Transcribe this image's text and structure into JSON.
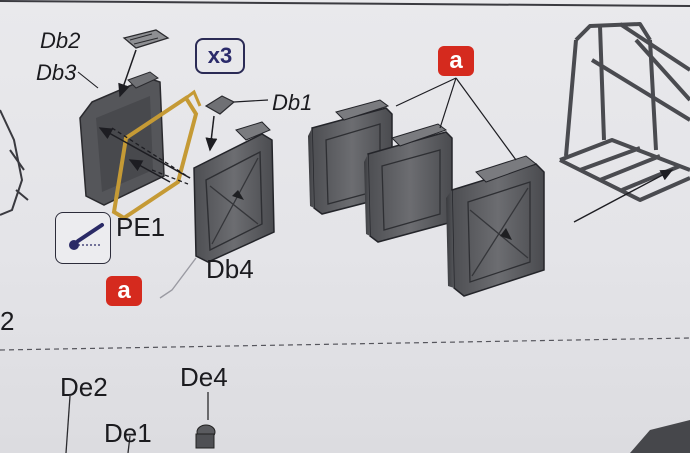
{
  "labels": {
    "db2": "Db2",
    "db3": "Db3",
    "db1": "Db1",
    "db4": "Db4",
    "pe1": "PE1",
    "de2": "De2",
    "de4": "De4",
    "de1": "De1",
    "page_number_fragment": "2"
  },
  "badges": {
    "a_top": "a",
    "a_left": "a"
  },
  "quantity": "x3",
  "colors": {
    "paper": "#e6e6ea",
    "line_art": "#2a2a2e",
    "part_gray": "#5f6064",
    "photo_etch_gold": "#c59a35",
    "badge_red": "#d52a1e",
    "quantity_blue": "#2a2a6a"
  },
  "icons": {
    "pe_icon": "photo-etch-bend-icon",
    "arrow": "assembly-arrow-icon"
  }
}
